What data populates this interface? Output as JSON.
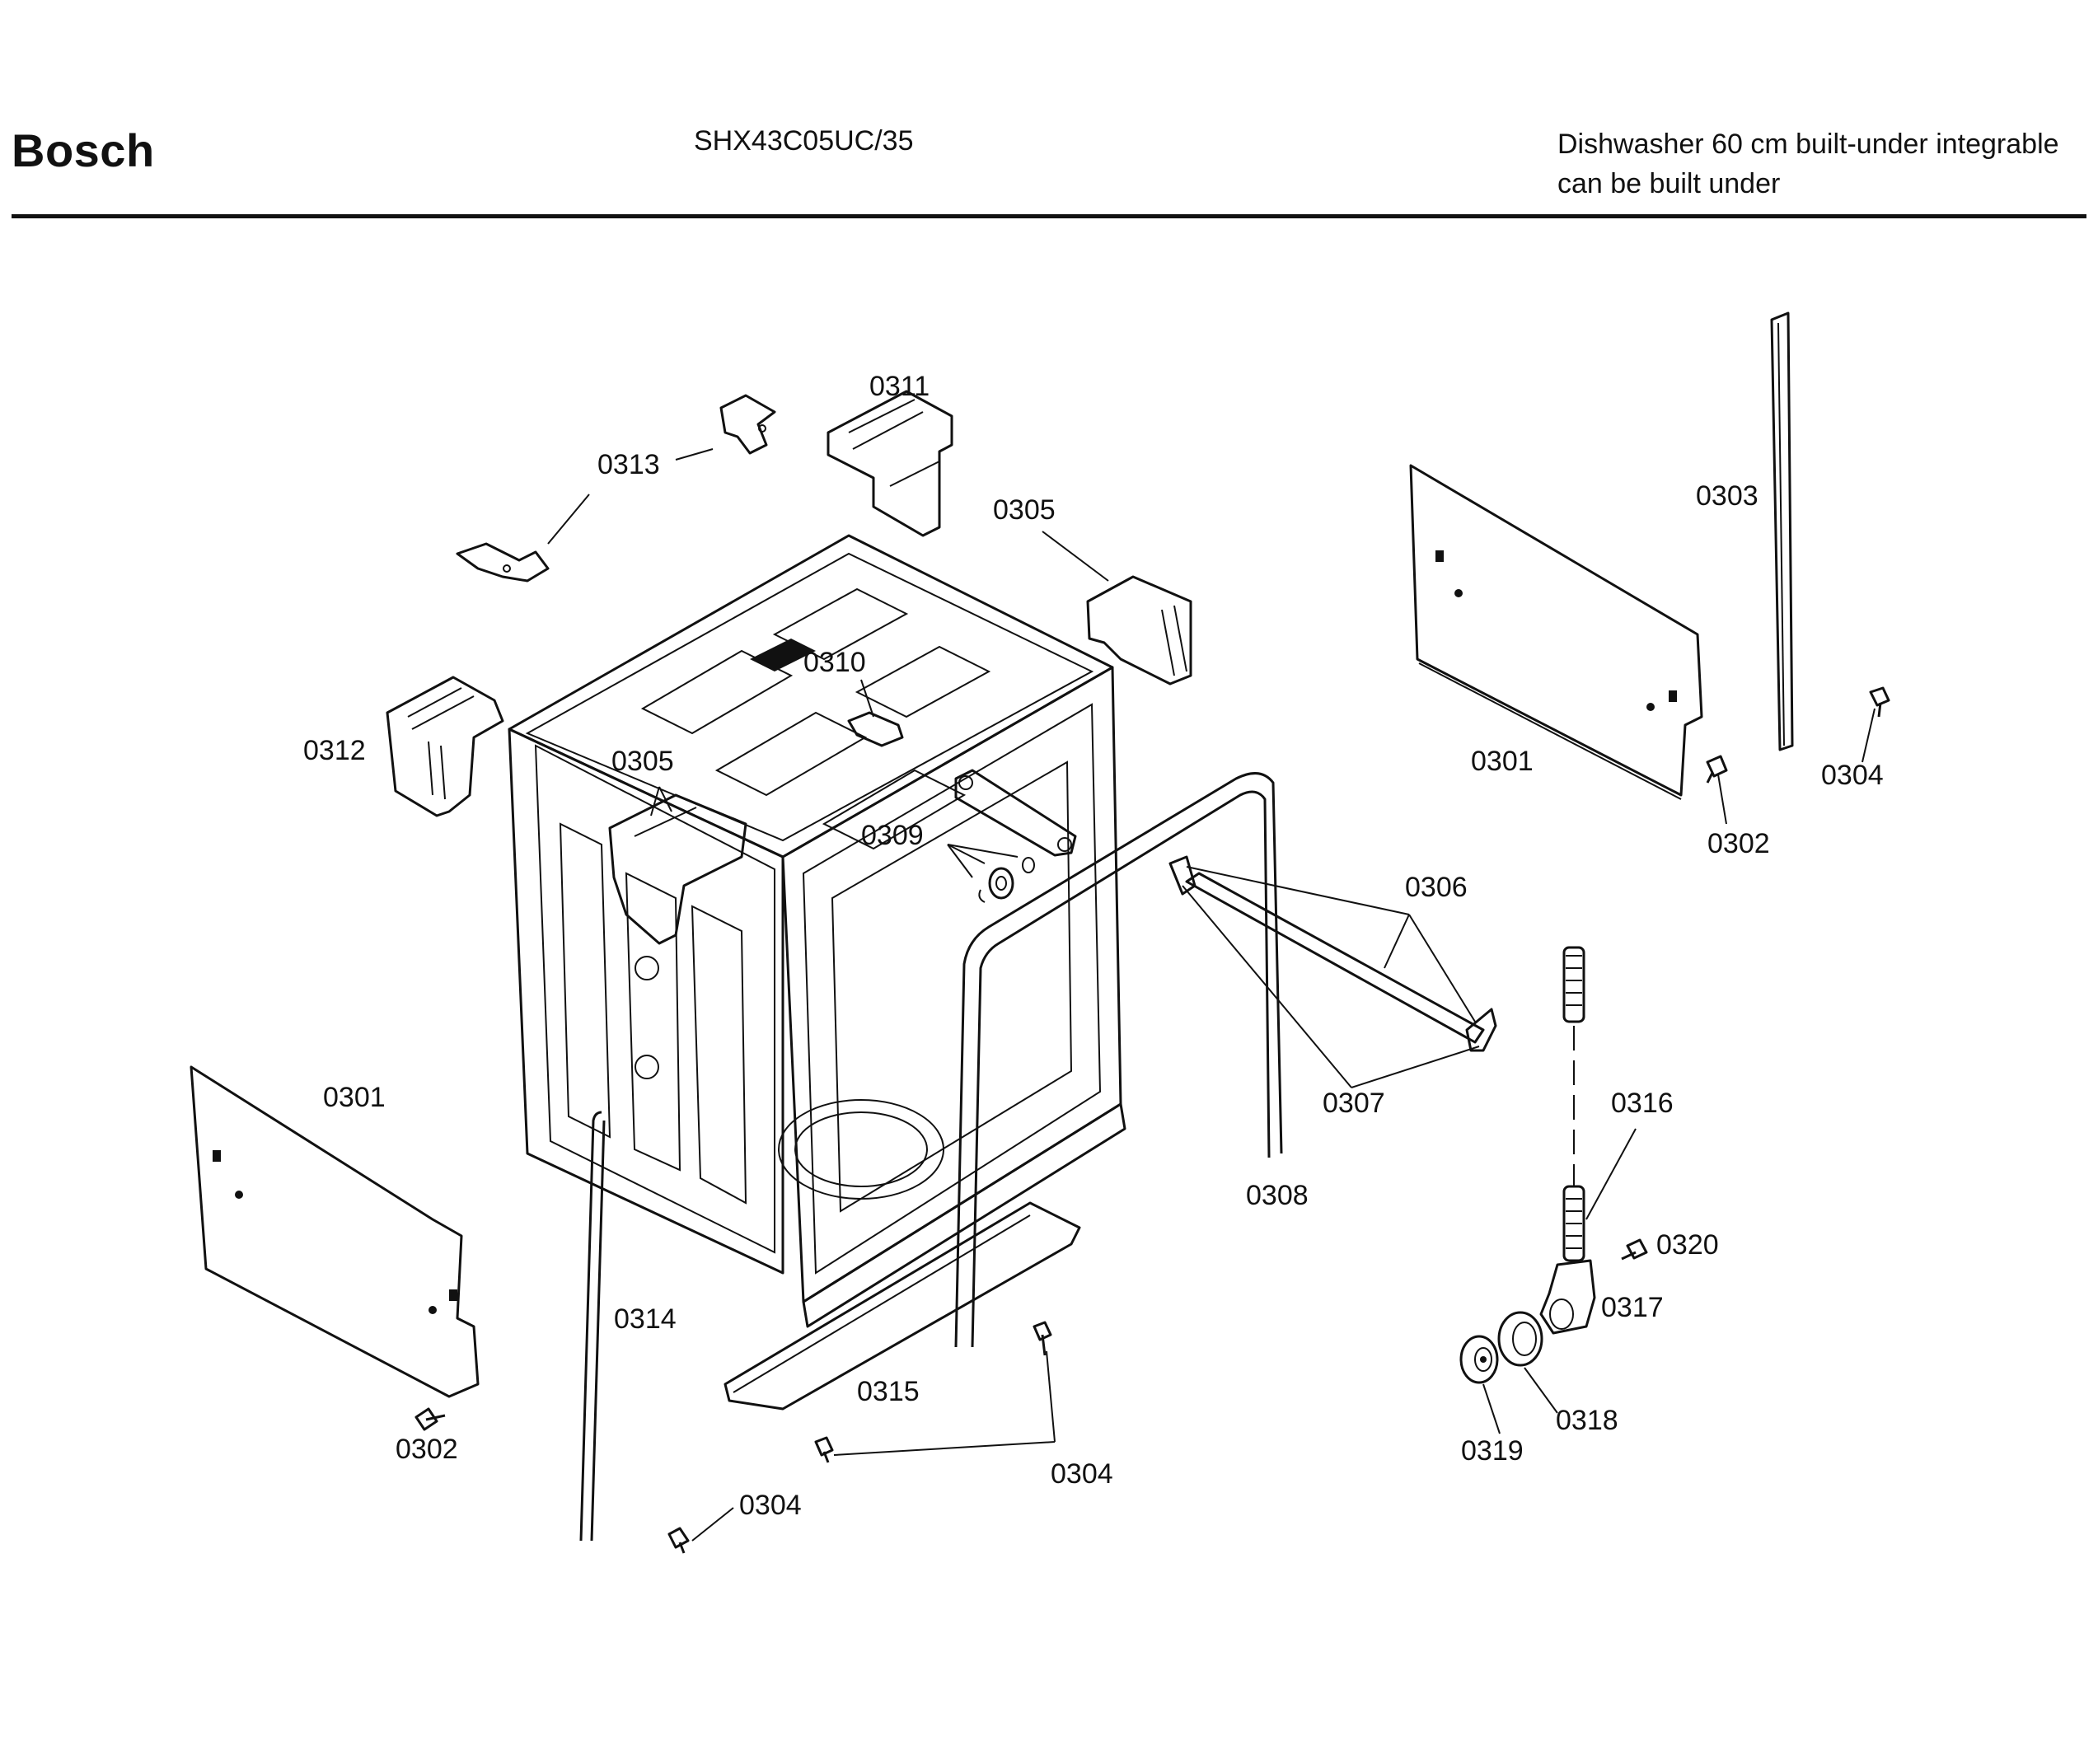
{
  "header": {
    "brand": "Bosch",
    "model": "SHX43C05UC/35",
    "description_line1": "Dishwasher 60 cm built-under integrable",
    "description_line2": "can be built under"
  },
  "parts": {
    "p0301a": "0301",
    "p0301b": "0301",
    "p0302a": "0302",
    "p0302b": "0302",
    "p0303": "0303",
    "p0304a": "0304",
    "p0304b": "0304",
    "p0304c": "0304",
    "p0305a": "0305",
    "p0305b": "0305",
    "p0306": "0306",
    "p0307": "0307",
    "p0308": "0308",
    "p0309": "0309",
    "p0310": "0310",
    "p0311": "0311",
    "p0312": "0312",
    "p0313": "0313",
    "p0314": "0314",
    "p0315": "0315",
    "p0316": "0316",
    "p0317": "0317",
    "p0318": "0318",
    "p0319": "0319",
    "p0320": "0320"
  }
}
